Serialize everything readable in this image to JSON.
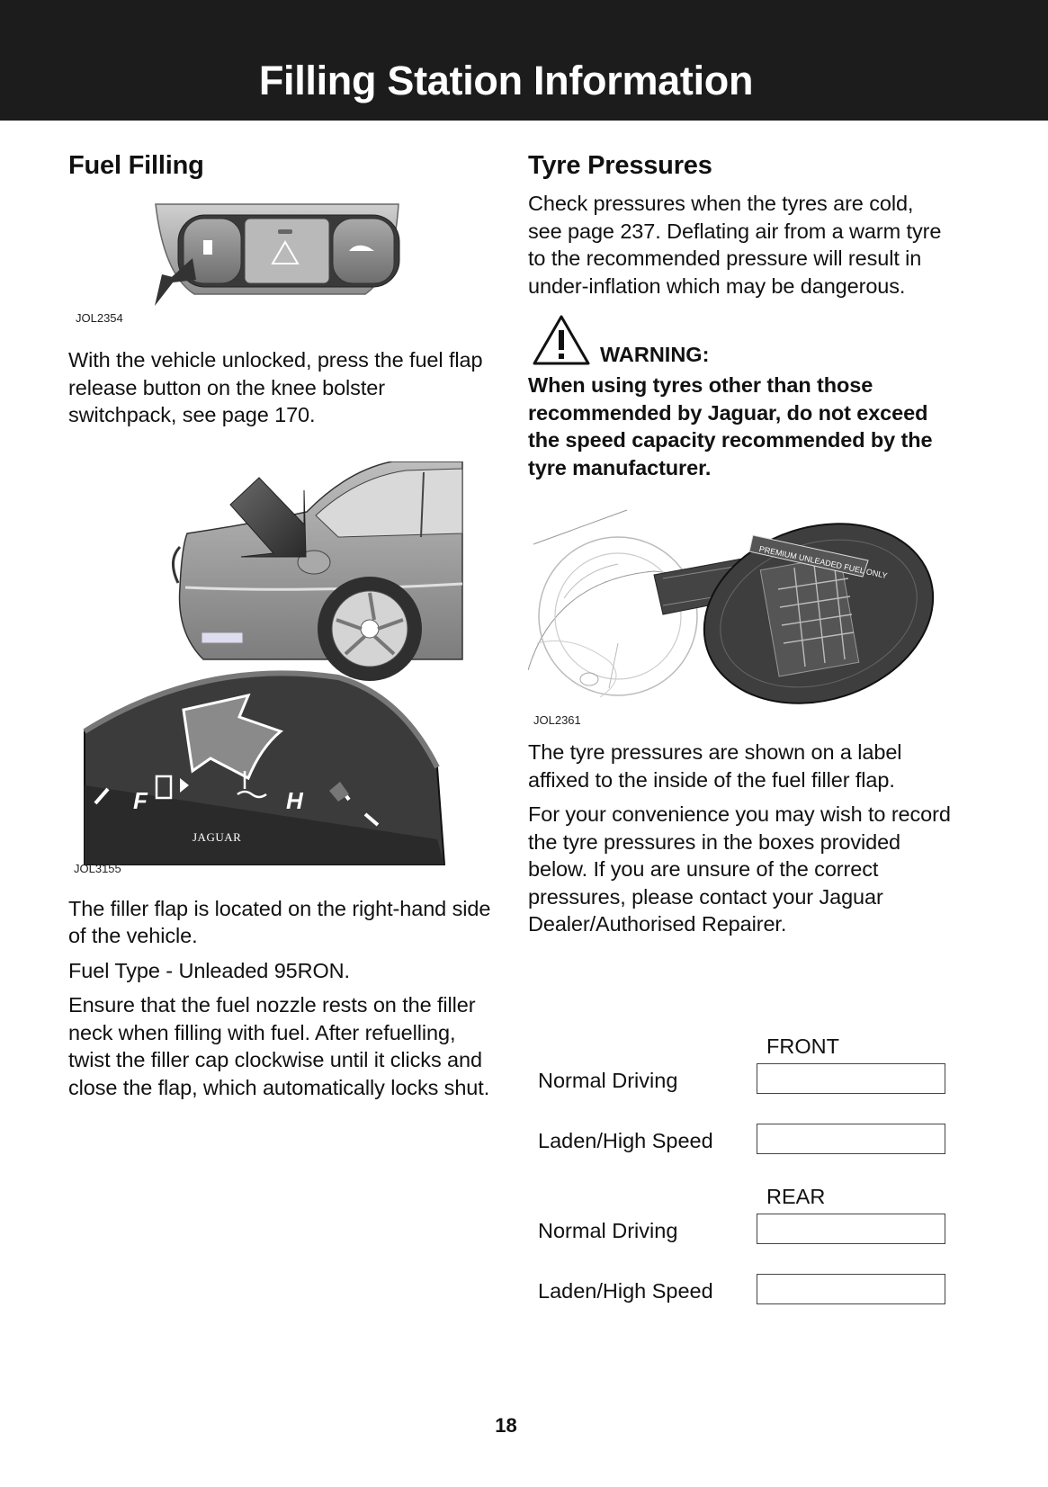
{
  "header": {
    "title": "Filling Station Information"
  },
  "left": {
    "heading": "Fuel Filling",
    "fig1_code": "JOL2354",
    "para1": "With the vehicle unlocked, press the fuel flap release button on the knee bolster switchpack, see page 170.",
    "fig2_code": "JOL3155",
    "gauge": {
      "f_label": "F",
      "h_label": "H",
      "brand": "JAGUAR"
    },
    "para2": "The filler flap is located on the right-hand side of the vehicle.",
    "para3": "Fuel Type - Unleaded 95RON.",
    "para4": "Ensure that the fuel nozzle rests on the filler neck when filling with fuel. After refuelling, twist the filler cap clockwise until it clicks and close the flap, which automatically locks shut."
  },
  "right": {
    "heading": "Tyre Pressures",
    "para1": "Check pressures when the tyres are cold, see page 237. Deflating air from a warm tyre to the recommended pressure will result in under-inflation which may be dangerous.",
    "warning_title": "WARNING:",
    "warning_text": "When using tyres other than those recommended by Jaguar, do not exceed the speed capacity recommended by the tyre manufacturer.",
    "fig_label": "PREMIUM UNLEADED FUEL ONLY",
    "fig_code": "JOL2361",
    "para2": "The tyre pressures are shown on a label affixed to the inside of the fuel filler flap.",
    "para3": "For your convenience you may wish to record the tyre pressures in the boxes provided below. If you are unsure of the correct pressures, please contact your Jaguar Dealer/Authorised Repairer."
  },
  "pressures": {
    "front_label": "FRONT",
    "rear_label": "REAR",
    "row_normal": "Normal Driving",
    "row_laden": "Laden/High Speed"
  },
  "page_number": "18",
  "colors": {
    "header_bg": "#1c1c1c",
    "header_text": "#ffffff"
  }
}
